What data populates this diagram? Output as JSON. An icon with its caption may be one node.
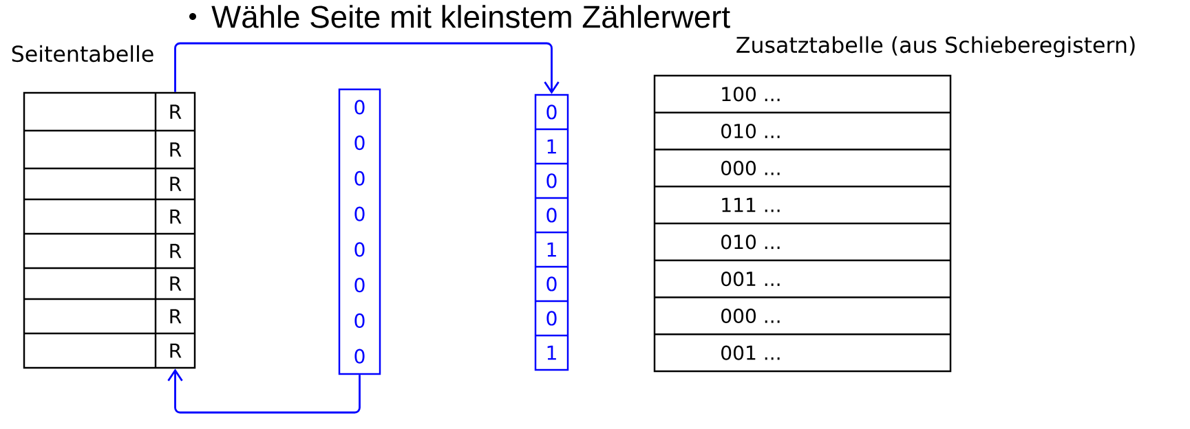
{
  "diagram": {
    "nodes": [
      {
        "text": [
          "Seitentabelle",
          "R",
          "R",
          "R",
          "R",
          "R",
          "R",
          "R",
          "R"
        ]
      },
      {
        "text": [
          "0",
          "0",
          "0",
          "0",
          "0",
          "0",
          "0",
          "0"
        ]
      },
      {
        "text": [
          "0",
          "1",
          "0",
          "0",
          "1",
          "0",
          "0",
          "1"
        ]
      },
      {
        "text": [
          "Zusatztabelle (aus Schieberegistern)",
          "100 ...",
          "010 ...",
          "000 ...",
          "111 ...",
          "010 ...",
          "001 ...",
          "000 ...",
          "001 ..."
        ]
      }
    ],
    "edges": [
      {
        "from": 0,
        "to": 2,
        "arrow": "to"
      },
      {
        "from": 1,
        "to": 0,
        "arrow": "to"
      }
    ],
    "labels": [
      "Wähle Seite mit kleinstem Zählerwert"
    ]
  }
}
